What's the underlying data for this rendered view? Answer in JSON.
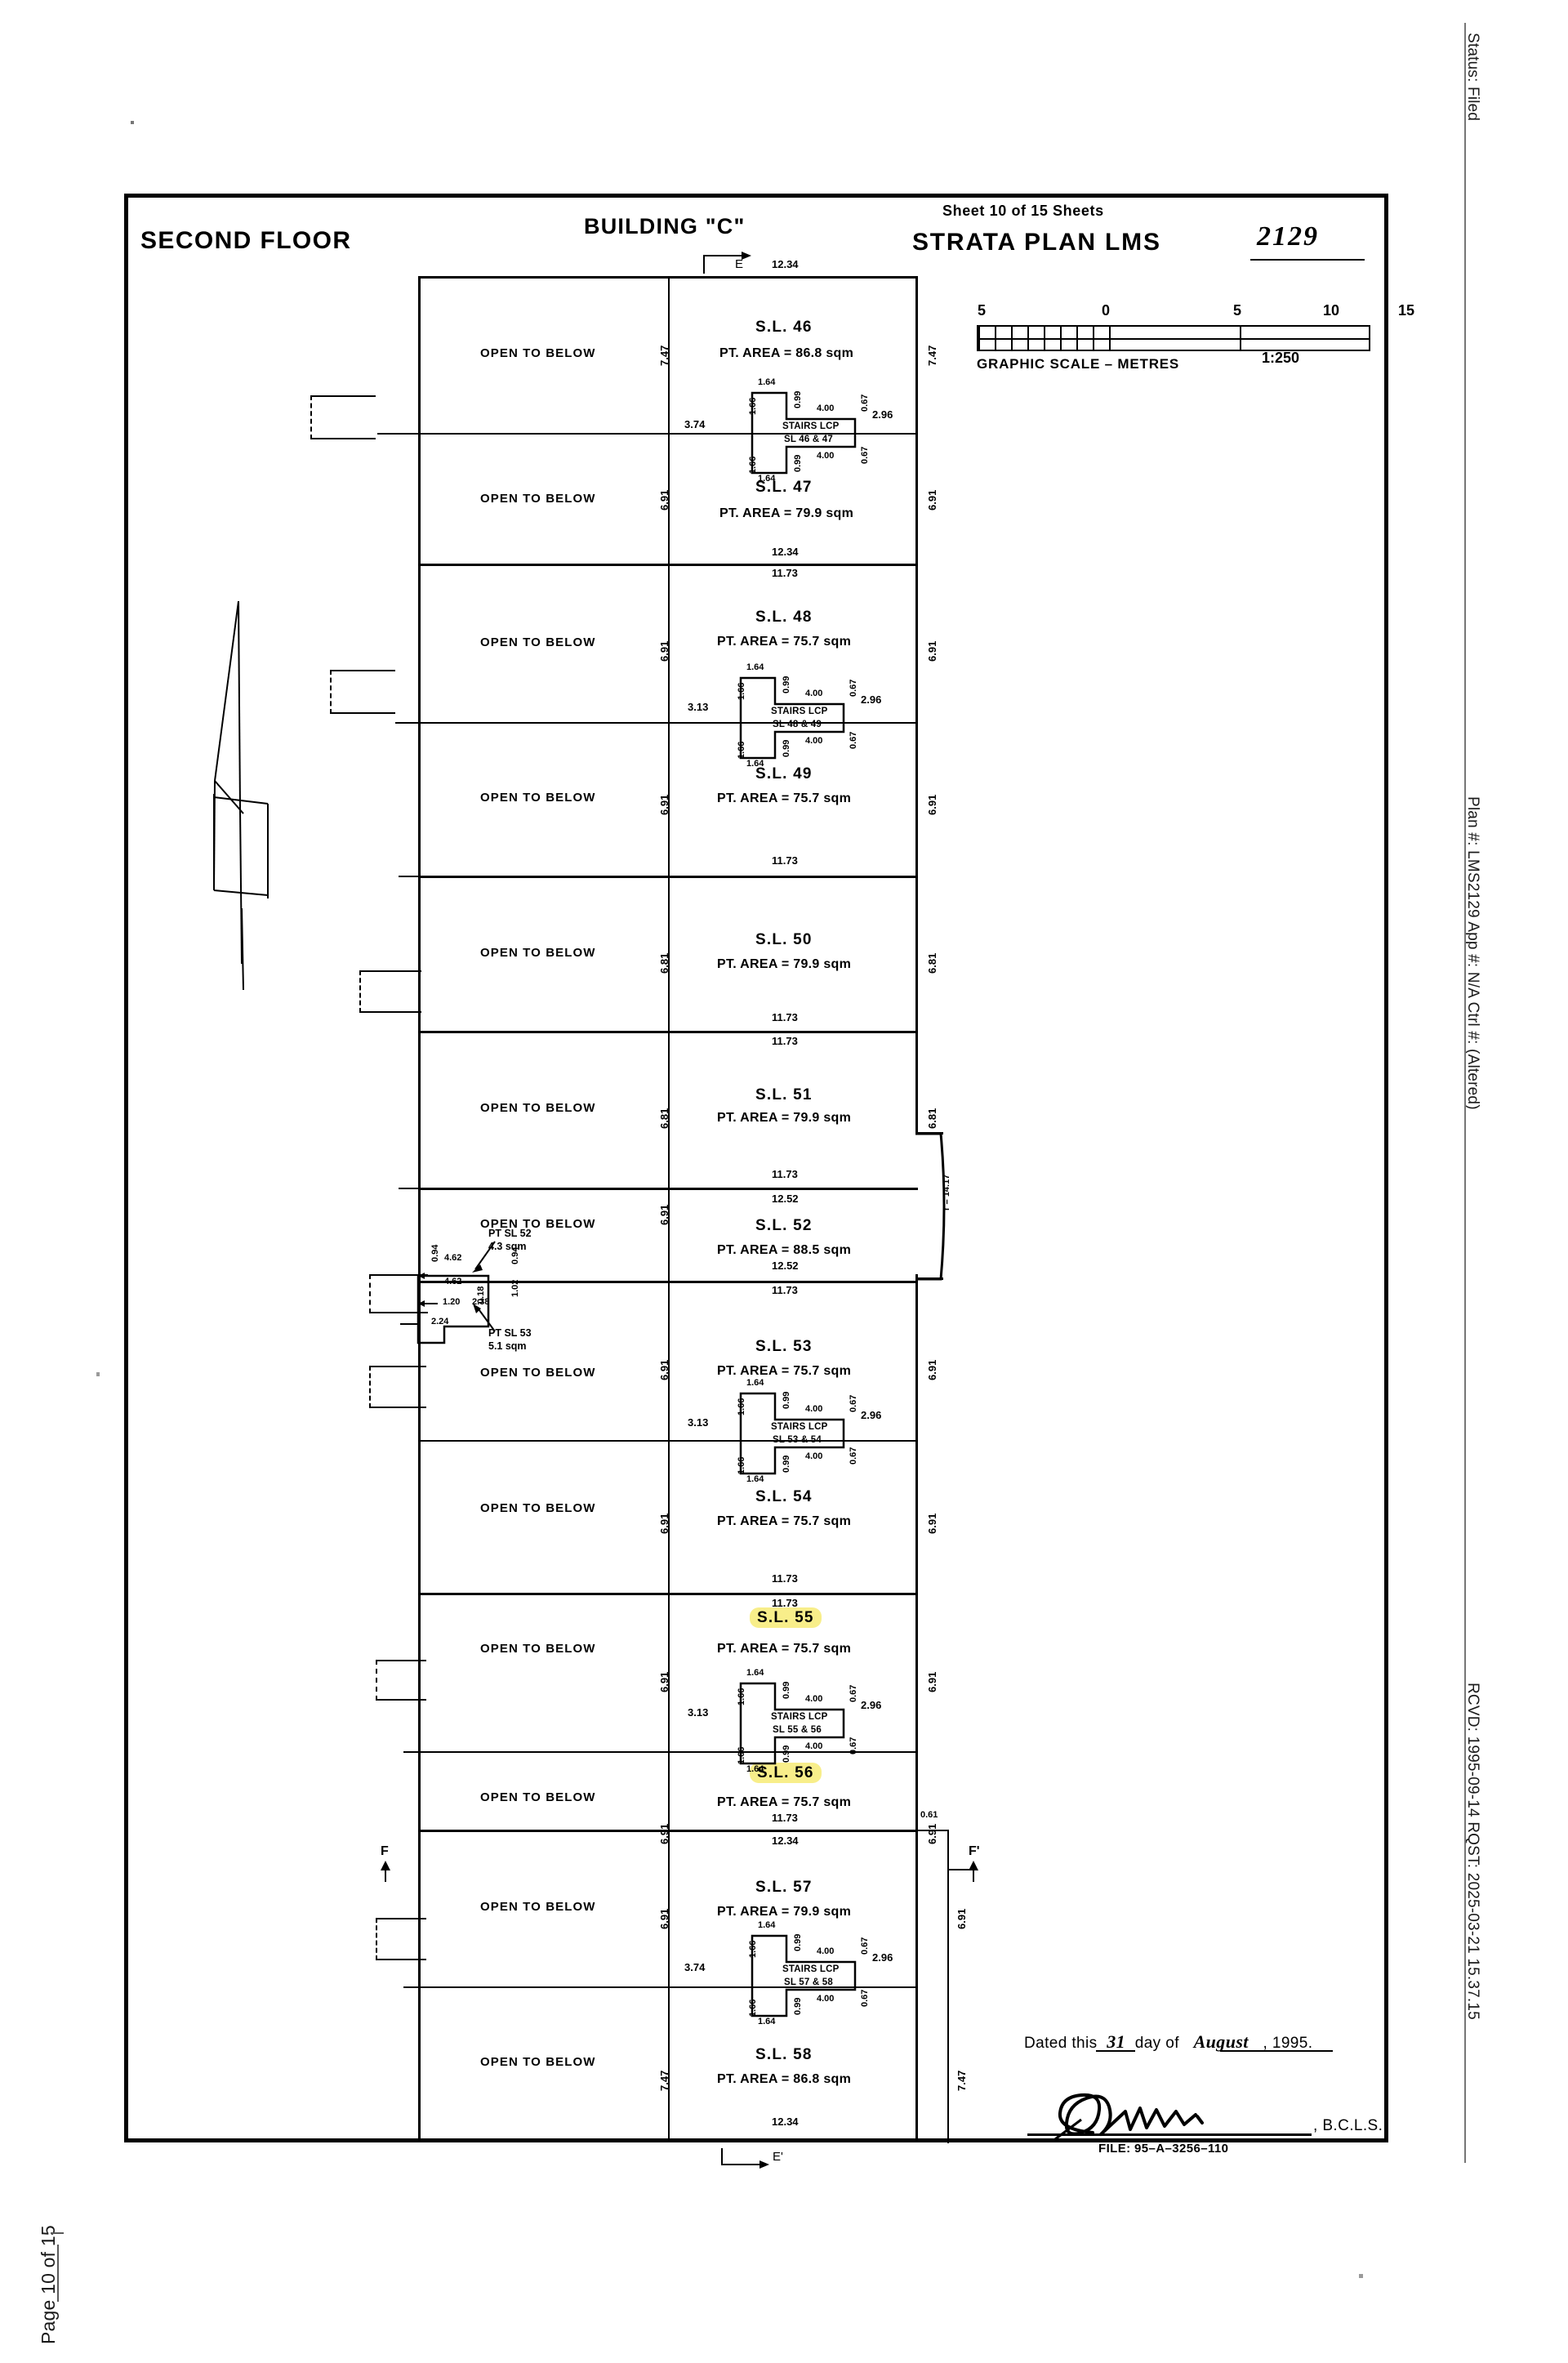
{
  "viewer": {
    "status": "Status: Filed",
    "plan_info": "Plan #: LMS2129 App #: N/A Ctrl #: (Altered)",
    "received": "RCVD: 1995-09-14 RQST: 2025-03-21 15.37.15",
    "page": "Page 10 of 15"
  },
  "sheet": {
    "floor_title": "SECOND FLOOR",
    "building_title": "BUILDING \"C\"",
    "sheet_of": "Sheet 10 of 15 Sheets",
    "plan_title": "STRATA PLAN LMS",
    "plan_number": "2129",
    "section_marker_top": "E",
    "section_marker_bottom": "E'",
    "section_marker_left": "F",
    "section_marker_right": "F'"
  },
  "scale": {
    "caption": "GRAPHIC SCALE – METRES",
    "ratio": "1:250",
    "ticks": [
      "5",
      "0",
      "5",
      "10",
      "15"
    ]
  },
  "labels": {
    "open_to_below": "OPEN TO BELOW",
    "pt_area_prefix": "PT. AREA = ",
    "sqm": "sqm",
    "stairs_lcp": "STAIRS LCP"
  },
  "units": [
    {
      "id": "S.L. 46",
      "area": "PT. AREA = 86.8 sqm",
      "highlight": false
    },
    {
      "id": "S.L. 47",
      "area": "PT. AREA = 79.9 sqm",
      "highlight": false
    },
    {
      "id": "S.L. 48",
      "area": "PT. AREA = 75.7 sqm",
      "highlight": false
    },
    {
      "id": "S.L. 49",
      "area": "PT. AREA = 75.7 sqm",
      "highlight": false
    },
    {
      "id": "S.L. 50",
      "area": "PT. AREA = 79.9 sqm",
      "highlight": false
    },
    {
      "id": "S.L. 51",
      "area": "PT. AREA = 79.9 sqm",
      "highlight": false
    },
    {
      "id": "S.L. 52",
      "area": "PT. AREA = 88.5 sqm",
      "highlight": false
    },
    {
      "id": "S.L. 53",
      "area": "PT. AREA = 75.7 sqm",
      "highlight": false
    },
    {
      "id": "S.L. 54",
      "area": "PT. AREA = 75.7 sqm",
      "highlight": false
    },
    {
      "id": "S.L. 55",
      "area": "PT. AREA = 75.7 sqm",
      "highlight": true
    },
    {
      "id": "S.L. 56",
      "area": "PT. AREA = 75.7 sqm",
      "highlight": true
    },
    {
      "id": "S.L. 57",
      "area": "PT. AREA = 79.9 sqm",
      "highlight": false
    },
    {
      "id": "S.L. 58",
      "area": "PT. AREA = 86.8 sqm",
      "highlight": false
    }
  ],
  "stairs": [
    {
      "label": "STAIRS LCP",
      "units": "SL 46 & 47"
    },
    {
      "label": "STAIRS LCP",
      "units": "SL 48 & 49"
    },
    {
      "label": "STAIRS LCP",
      "units": "SL 53 & 54"
    },
    {
      "label": "STAIRS LCP",
      "units": "SL 55 & 56"
    },
    {
      "label": "STAIRS LCP",
      "units": "SL 57 & 58"
    }
  ],
  "part_notes": [
    {
      "title": "PT SL 52",
      "area": "4.3 sqm"
    },
    {
      "title": "PT SL 53",
      "area": "5.1 sqm"
    }
  ],
  "dimensions": {
    "widths": [
      "12.34",
      "11.73",
      "12.52",
      "12.34",
      "11.73",
      "11.73",
      "11.73",
      "11.73",
      "12.52",
      "11.73",
      "11.73",
      "11.73",
      "11.73",
      "12.34",
      "12.34"
    ],
    "heights": [
      "7.47",
      "6.91",
      "6.91",
      "6.91",
      "6.81",
      "6.81",
      "6.91",
      "6.91",
      "6.91",
      "6.91",
      "6.91",
      "6.91",
      "7.47"
    ],
    "stair_dims": [
      "1.64",
      "0.99",
      "4.00",
      "0.67",
      "2.96",
      "1.66",
      "1.66",
      "0.99",
      "1.64",
      "4.00",
      "0.67",
      "3.74",
      "3.13"
    ],
    "unit52_right": "r = 14.17",
    "pt52_dims": [
      "0.94",
      "4.62",
      "4.62",
      "0.94",
      "1.20",
      "2.38",
      "1.02",
      "2.24",
      "0.18"
    ],
    "edge_061": "0.61"
  },
  "signature": {
    "dated_prefix": "Dated this",
    "day": "31",
    "day_word": "day of",
    "month": "August",
    "year": ", 1995.",
    "signature": "Signature",
    "credential": ", B.C.L.S.",
    "file": "FILE: 95–A–3256–110"
  }
}
